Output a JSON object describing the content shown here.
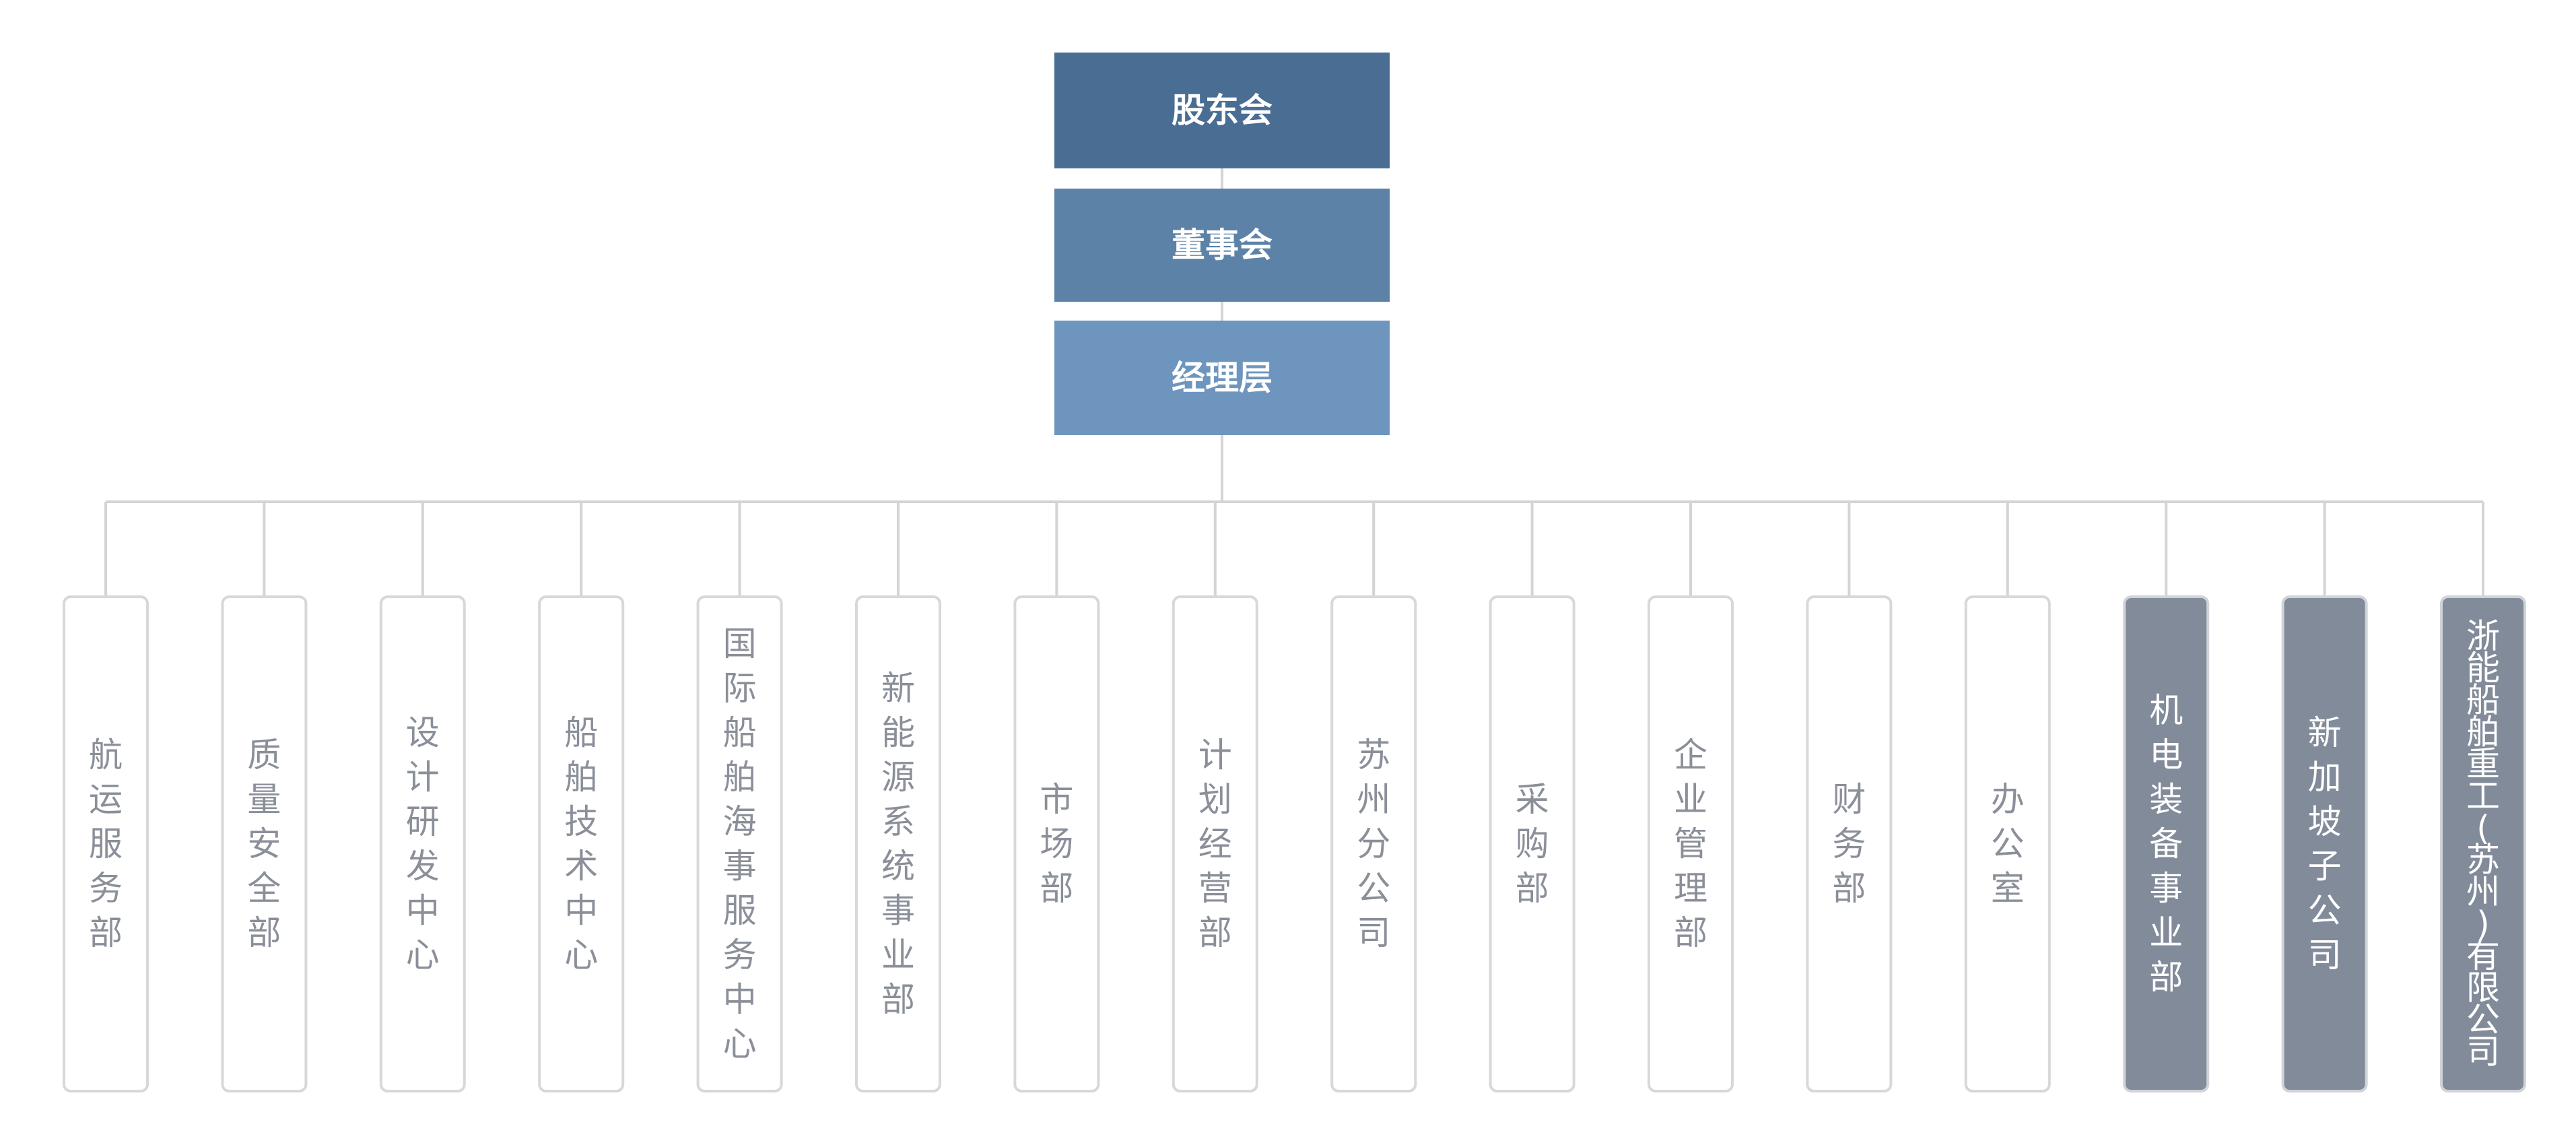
{
  "colors": {
    "shareholders": "#4a6d93",
    "board": "#5c82a8",
    "management": "#6e95bd",
    "connector": "#d4d4d4",
    "dept_border": "#d8d8d8",
    "dept_text": "#8a8f99",
    "sub_fill": "#828b99",
    "sub_text": "#ffffff"
  },
  "top_levels": [
    {
      "label": "股东会"
    },
    {
      "label": "董事会"
    },
    {
      "label": "经理层"
    }
  ],
  "departments": [
    {
      "label": "航运服务部",
      "type": "dept"
    },
    {
      "label": "质量安全部",
      "type": "dept"
    },
    {
      "label": "设计研发中心",
      "type": "dept"
    },
    {
      "label": "船舶技术中心",
      "type": "dept"
    },
    {
      "label": "国际船舶海事服务中心",
      "type": "dept"
    },
    {
      "label": "新能源系统事业部",
      "type": "dept"
    },
    {
      "label": "市场部",
      "type": "dept"
    },
    {
      "label": "计划经营部",
      "type": "dept"
    },
    {
      "label": "苏州分公司",
      "type": "dept"
    },
    {
      "label": "采购部",
      "type": "dept"
    },
    {
      "label": "企业管理部",
      "type": "dept"
    },
    {
      "label": "财务部",
      "type": "dept"
    },
    {
      "label": "办公室",
      "type": "dept"
    },
    {
      "label": "机电装备事业部",
      "type": "sub"
    },
    {
      "label": "新加坡子公司",
      "type": "sub"
    },
    {
      "label": "浙能船舶重工(苏州)有限公司",
      "type": "sub"
    }
  ]
}
